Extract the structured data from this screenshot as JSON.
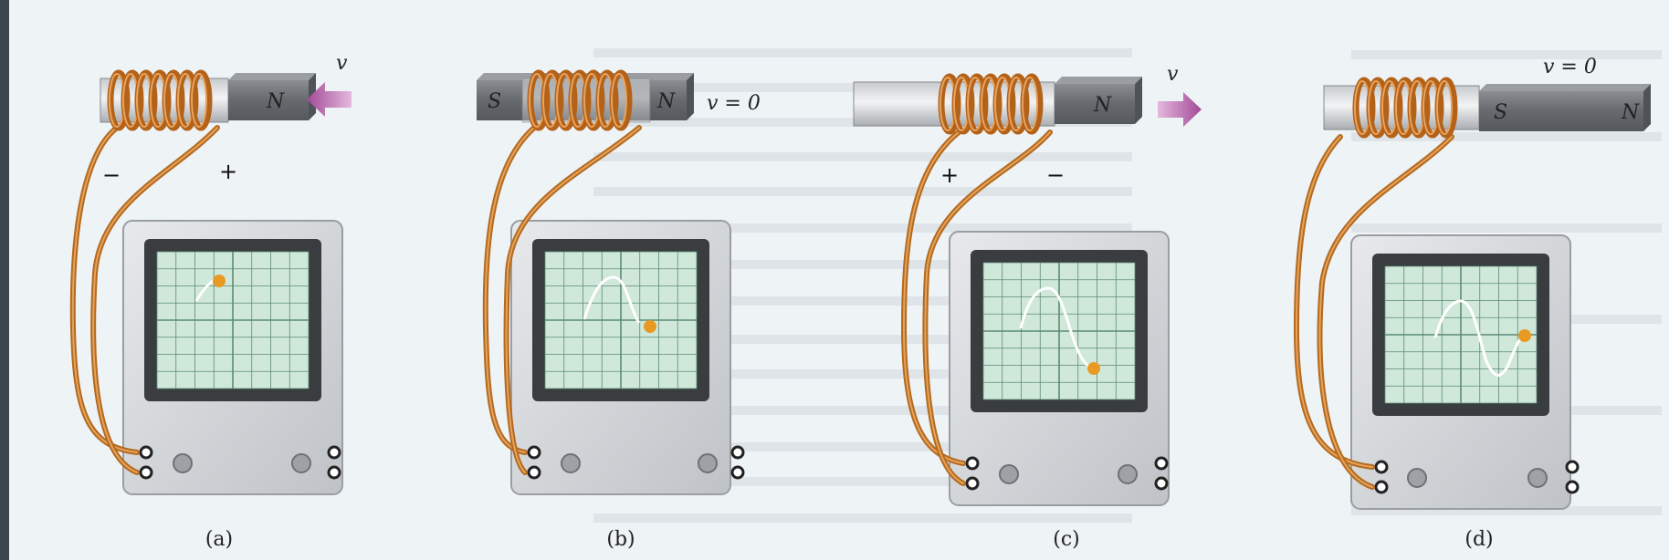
{
  "panels": [
    {
      "caption": "(a)",
      "velocity_label": "v",
      "pole_labels": [
        "N"
      ],
      "terminal_left": "−",
      "terminal_right": "+",
      "magnet_motion": "toward coil (left)",
      "trace_stage": "first rise"
    },
    {
      "caption": "(b)",
      "velocity_label": "v = 0",
      "pole_labels": [
        "S",
        "N"
      ],
      "magnet_motion": "at rest inside coil",
      "trace_stage": "pulse back to zero"
    },
    {
      "caption": "(c)",
      "velocity_label": "v",
      "pole_labels": [
        "N"
      ],
      "terminal_left": "+",
      "terminal_right": "−",
      "magnet_motion": "away from coil (right)",
      "trace_stage": "negative pulse"
    },
    {
      "caption": "(d)",
      "velocity_label": "v = 0",
      "pole_labels": [
        "S",
        "N"
      ],
      "magnet_motion": "at rest outside coil",
      "trace_stage": "full cycle returned to zero"
    }
  ],
  "colors": {
    "background": "#eef3f6",
    "screen": "#cfe8da",
    "grid": "#5d8a74",
    "trace": "#ffffff",
    "dot": "#e99a23",
    "copper": "#b36a1f",
    "magnet_dark": "#6f7276",
    "magnet_light": "#d9dcdf",
    "arrow": "#b65aa8",
    "scope_body": "#d6d8da"
  }
}
